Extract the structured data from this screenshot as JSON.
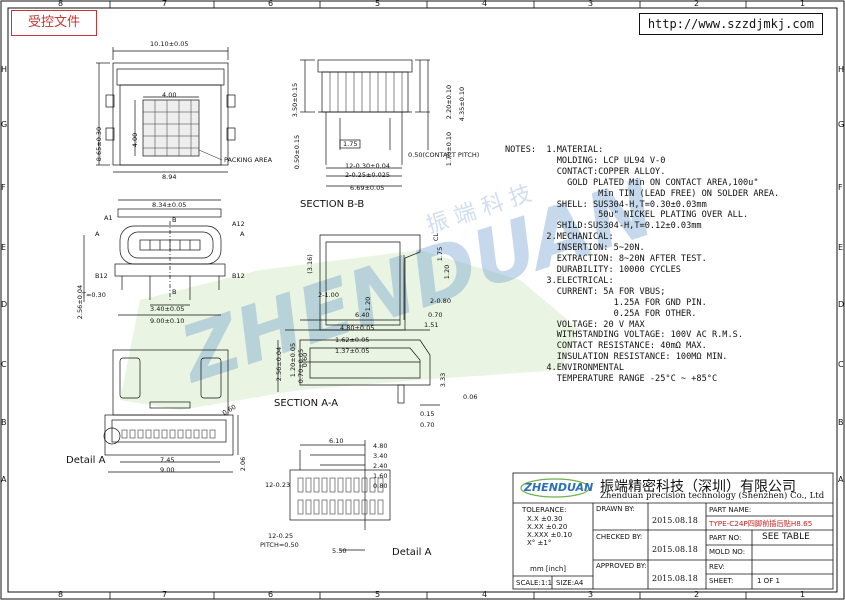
{
  "stamp": "受控文件",
  "website": "http://www.szzdjmkj.com",
  "border_cols_top": [
    "8",
    "7",
    "6",
    "5",
    "4",
    "3",
    "2",
    "1"
  ],
  "border_cols_bottom": [
    "8",
    "7",
    "6",
    "5",
    "4",
    "3",
    "2",
    "1"
  ],
  "border_rows": [
    "H",
    "G",
    "F",
    "E",
    "D",
    "C",
    "B",
    "A"
  ],
  "watermark": {
    "brand": "ZHENDUAN",
    "cn": "振端科技"
  },
  "notes": "NOTES:  1.MATERIAL:\n          MOLDING: LCP UL94 V-0\n          CONTACT:COPPER ALLOY.\n            GOLD PLATED Min ON CONTACT AREA,100u\"\n                  Min TIN (LEAD FREE) ON SOLDER AREA.\n          SHELL: SUS304-H,T=0.30±0.03mm\n                  50u\" NICKEL PLATING OVER ALL.\n          SHILD:SUS304-H,T=0.12±0.03mm\n        2.MECHANICAL:\n          INSERTION: 5~20N.\n          EXTRACTION: 8~20N AFTER TEST.\n          DURABILITY: 10000 CYCLES\n        3.ELECTRICAL:\n          CURRENT: 5A FOR VBUS;\n                     1.25A FOR GND PIN.\n                     0.25A FOR OTHER.\n          VOLTAGE: 20 V MAX\n          WITHSTANDING VOLTAGE: 100V AC R.M.S.\n          CONTACT RESISTANCE: 40mΩ MAX.\n          INSULATION RESISTANCE: 100MΩ MIN.\n        4.ENVIRONMENTAL\n          TEMPERATURE RANGE -25°C ~ +85°C",
  "sections": {
    "section_bb": "SECTION B-B",
    "section_aa": "SECTION A-A",
    "detail_a": "Detail A",
    "detail_a2": "Detail A"
  },
  "labels": {
    "top_width": "10.10±0.05",
    "top_height": "8.65±0.30",
    "packing_w": "4.00",
    "packing_h": "4.00",
    "packing_area": "PACKING AREA",
    "top_bottom": "8.94",
    "front_width": "8.34±0.05",
    "a1": "A1",
    "a12": "A12",
    "b12": "B12",
    "b12r": "B12",
    "b_top": "B",
    "b_bot": "B",
    "a_l": "A",
    "a_r": "A",
    "front_h": "2.56±0.04",
    "t030": "T=0.30",
    "front_340": "3.40±0.05",
    "front_900": "9.00±0.10",
    "bb_350": "3.50±0.15",
    "bb_220": "2.20±0.10",
    "bb_435": "4.35±0.10",
    "bb_050": "0.50±0.15",
    "bb_170": "1.70±0.10",
    "bb_175": "1.75",
    "bb_pitch": "0.50(CONTACT PITCH)",
    "bb_12": "12-0.30±0.04",
    "bb_2": "2-0.25±0.025",
    "bb_669": "6.69±0.05",
    "aa_316": "(3.16)",
    "aa_cl": "CL",
    "aa_175": "1.75",
    "aa_120": "1.20",
    "aa_2100": "2-1.00",
    "aa_120b": "1.20",
    "aa_2080": "2-0.80",
    "aa_640": "6.40",
    "aa_070": "0.70",
    "aa_151": "1.51",
    "aa_256": "2.56±0.04",
    "aa_120c": "1.20±0.05",
    "aa_070b": "0.70±0.05",
    "aa_480": "4.80±0.05",
    "aa_162": "1.62±0.05",
    "aa_137": "1.37±0.05",
    "aa_060": "0.60",
    "aa_333": "3.33",
    "aa_015": "0.15",
    "aa_070c": "0.70",
    "aa_006": "0.06",
    "da_060": "0.60",
    "da_745": "7.45",
    "da_900": "9.00",
    "da_206": "2.06",
    "d2_610": "6.10",
    "d2_480": "4.80",
    "d2_340": "3.40",
    "d2_240": "2.40",
    "d2_160": "1.60",
    "d2_080": "0.80",
    "d2_12023": "12-0.23",
    "d2_12025": "12-0.25",
    "d2_pitch": "PITCH=0.50",
    "d2_550": "5.50"
  },
  "title_block": {
    "company_cn": "振端精密科技（深圳）有限公司",
    "company_en": "Zhenduan precision technology (Shenzhen) Co., Ltd",
    "logo": "ZHENDUAN",
    "tolerance_title": "TOLERANCE:",
    "tolerances": [
      "X.X  ±0.30",
      "X.XX  ±0.20",
      "X.XXX  ±0.10",
      "X°  ±1°"
    ],
    "unit": "mm [inch]",
    "scale_label": "SCALE:",
    "scale": "1:1",
    "size_label": "SIZE:",
    "size": "A4",
    "drawn_by_label": "DRAWN BY:",
    "drawn_by_date": "2015.08.18",
    "checked_by_label": "CHECKED BY:",
    "checked_by_date": "2015.08.18",
    "approved_by_label": "APPROVED BY:",
    "approved_by_date": "2015.08.18",
    "part_name_label": "PART NAME:",
    "part_name": "TYPE-C24P四脚前插后贴H8.65",
    "part_no_label": "PART NO:",
    "part_no": "SEE TABLE",
    "mold_no_label": "MOLD NO:",
    "rev_label": "REV:",
    "sheet_label": "SHEET:",
    "sheet": "1 OF 1"
  },
  "colors": {
    "stamp": "#cc3333",
    "part_name": "#cc2222",
    "watermark_blue": "#2a6fb8",
    "watermark_green": "#6fb24a"
  }
}
